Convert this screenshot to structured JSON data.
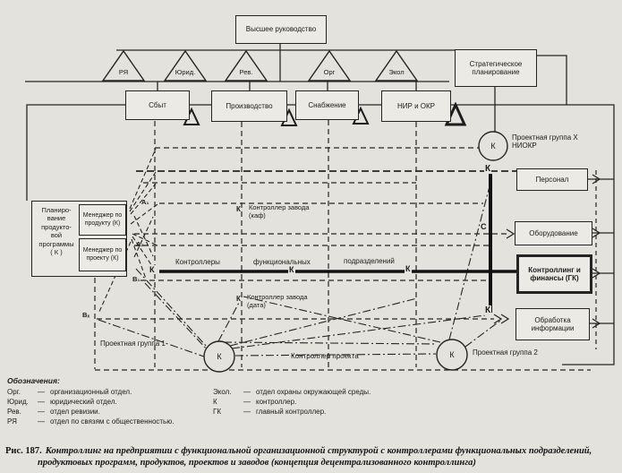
{
  "colors": {
    "paper": "#e3e2dd",
    "ink": "#1b1b1b"
  },
  "nodes": {
    "top_management": "Высшее руководство",
    "strategic_planning": "Стратегическое планирование",
    "staff_triangles": [
      {
        "label": "РЯ"
      },
      {
        "label": "Юрид."
      },
      {
        "label": "Рев."
      },
      {
        "label": "Орг"
      },
      {
        "label": "Экол"
      }
    ],
    "departments": [
      {
        "label": "Сбыт"
      },
      {
        "label": "Производство"
      },
      {
        "label": "Снабжение"
      },
      {
        "label": "НИР и ОКР"
      }
    ],
    "product_planning": "Планиро-\nвание\nпродукто-\nвой\nпрограммы\n( К )",
    "managers": [
      {
        "label": "Менеджер по продукту (К)"
      },
      {
        "label": "Менеджер по проекту (К)"
      }
    ],
    "central_services": [
      {
        "label": "Персонал"
      },
      {
        "label": "Оборудование"
      },
      {
        "label": "Контроллинг и финансы (ГК)"
      },
      {
        "label": "Обработка информации"
      }
    ]
  },
  "matrix": {
    "k": "К",
    "c": "С",
    "row_labels": [
      "А₁",
      "А₂",
      "В₁",
      "Вₓ"
    ],
    "functional_words": [
      "Контроллеры",
      "функциональных",
      "подразделений"
    ],
    "plant_controller_top": "Контроллер завода\n(каф)",
    "plant_controller_bottom": "Контроллер завода\n(дата)"
  },
  "projects": {
    "group_x": "Проектная группа X\nНИОКР",
    "group_1": "Проектная группа 1",
    "group_2": "Проектная группа 2",
    "controller": "Контроллер проекта"
  },
  "legend": {
    "title": "Обозначения:",
    "separator": "—",
    "left": [
      {
        "abbr": "Орг.",
        "desc": "организационный отдел."
      },
      {
        "abbr": "Юрид.",
        "desc": "юридический отдел."
      },
      {
        "abbr": "Рев.",
        "desc": "отдел ревизии."
      },
      {
        "abbr": "РЯ",
        "desc": "отдел по связям с общественностью."
      }
    ],
    "right": [
      {
        "abbr": "Экол.",
        "desc": "отдел охраны окружающей среды."
      },
      {
        "abbr": "К",
        "desc": "контроллер."
      },
      {
        "abbr": "ГК",
        "desc": "главный контроллер."
      }
    ]
  },
  "caption": {
    "label": "Рис. 187.",
    "text": "Контроллинг на предприятии с функциональной организационной структурой с контроллерами функциональных подразделений, продуктовых программ, продуктов, проектов и заводов (концепция децентрализованного контроллинга)"
  }
}
